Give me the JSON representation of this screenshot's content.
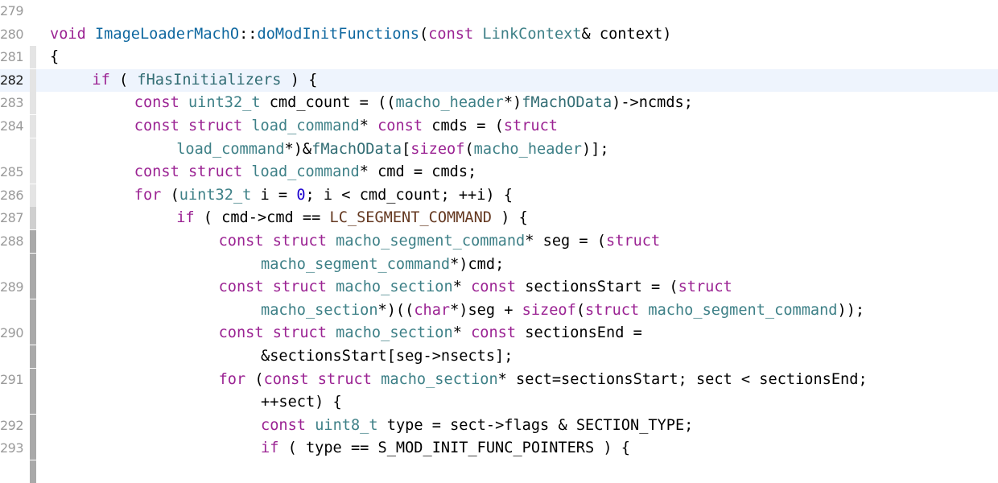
{
  "editor": {
    "current_line": "282",
    "lines": [
      {
        "num": "279",
        "indent": 0,
        "bar": "none",
        "tokens": []
      },
      {
        "num": "280",
        "indent": 0,
        "bar": "none",
        "tokens": [
          [
            "kw",
            "void"
          ],
          [
            "pl",
            " "
          ],
          [
            "ty",
            "ImageLoaderMachO"
          ],
          [
            "pl",
            "::"
          ],
          [
            "fnd",
            "doModInitFunctions"
          ],
          [
            "pl",
            "("
          ],
          [
            "kw",
            "const"
          ],
          [
            "pl",
            " "
          ],
          [
            "tyo",
            "LinkContext"
          ],
          [
            "pl",
            "& context)"
          ]
        ]
      },
      {
        "num": "281",
        "indent": 0,
        "bar": "light",
        "tokens": [
          [
            "pl",
            "{"
          ]
        ]
      },
      {
        "num": "282",
        "indent": 1,
        "bar": "light",
        "tokens": [
          [
            "kw",
            "if"
          ],
          [
            "pl",
            " ( "
          ],
          [
            "fn",
            "fHasInitializers"
          ],
          [
            "pl",
            " ) {"
          ]
        ]
      },
      {
        "num": "283",
        "indent": 2,
        "bar": "light",
        "tokens": [
          [
            "kw",
            "const"
          ],
          [
            "pl",
            " "
          ],
          [
            "tyo",
            "uint32_t"
          ],
          [
            "pl",
            " cmd_count = (("
          ],
          [
            "tyo",
            "macho_header"
          ],
          [
            "pl",
            "*)"
          ],
          [
            "fn",
            "fMachOData"
          ],
          [
            "pl",
            ")->ncmds;"
          ]
        ]
      },
      {
        "num": "284",
        "indent": 2,
        "bar": "light",
        "tokens": [
          [
            "kw",
            "const"
          ],
          [
            "pl",
            " "
          ],
          [
            "kw",
            "struct"
          ],
          [
            "pl",
            " "
          ],
          [
            "tyo",
            "load_command"
          ],
          [
            "pl",
            "* "
          ],
          [
            "kw",
            "const"
          ],
          [
            "pl",
            " cmds = ("
          ],
          [
            "kw",
            "struct"
          ]
        ]
      },
      {
        "num": "",
        "indent": 3,
        "bar": "light",
        "tokens": [
          [
            "tyo",
            "load_command"
          ],
          [
            "pl",
            "*)&"
          ],
          [
            "fn",
            "fMachOData"
          ],
          [
            "pl",
            "["
          ],
          [
            "kw",
            "sizeof"
          ],
          [
            "pl",
            "("
          ],
          [
            "tyo",
            "macho_header"
          ],
          [
            "pl",
            ")];"
          ]
        ]
      },
      {
        "num": "285",
        "indent": 2,
        "bar": "light",
        "tokens": [
          [
            "kw",
            "const"
          ],
          [
            "pl",
            " "
          ],
          [
            "kw",
            "struct"
          ],
          [
            "pl",
            " "
          ],
          [
            "tyo",
            "load_command"
          ],
          [
            "pl",
            "* cmd = cmds;"
          ]
        ]
      },
      {
        "num": "286",
        "indent": 2,
        "bar": "light",
        "tokens": [
          [
            "kw",
            "for"
          ],
          [
            "pl",
            " ("
          ],
          [
            "tyo",
            "uint32_t"
          ],
          [
            "pl",
            " i = "
          ],
          [
            "num",
            "0"
          ],
          [
            "pl",
            "; i < cmd_count; ++i) {"
          ]
        ]
      },
      {
        "num": "287",
        "indent": 3,
        "bar": "mid",
        "tokens": [
          [
            "kw",
            "if"
          ],
          [
            "pl",
            " ( cmd->cmd == "
          ],
          [
            "mac",
            "LC_SEGMENT_COMMAND"
          ],
          [
            "pl",
            " ) {"
          ]
        ]
      },
      {
        "num": "288",
        "indent": 4,
        "bar": "dark",
        "tokens": [
          [
            "kw",
            "const"
          ],
          [
            "pl",
            " "
          ],
          [
            "kw",
            "struct"
          ],
          [
            "pl",
            " "
          ],
          [
            "tyo",
            "macho_segment_command"
          ],
          [
            "pl",
            "* seg = ("
          ],
          [
            "kw",
            "struct"
          ]
        ]
      },
      {
        "num": "",
        "indent": 5,
        "bar": "dark",
        "tokens": [
          [
            "tyo",
            "macho_segment_command"
          ],
          [
            "pl",
            "*)cmd;"
          ]
        ]
      },
      {
        "num": "289",
        "indent": 4,
        "bar": "dark",
        "tokens": [
          [
            "kw",
            "const"
          ],
          [
            "pl",
            " "
          ],
          [
            "kw",
            "struct"
          ],
          [
            "pl",
            " "
          ],
          [
            "tyo",
            "macho_section"
          ],
          [
            "pl",
            "* "
          ],
          [
            "kw",
            "const"
          ],
          [
            "pl",
            " sectionsStart = ("
          ],
          [
            "kw",
            "struct"
          ]
        ]
      },
      {
        "num": "",
        "indent": 5,
        "bar": "dark",
        "tokens": [
          [
            "tyo",
            "macho_section"
          ],
          [
            "pl",
            "*)(("
          ],
          [
            "kw",
            "char"
          ],
          [
            "pl",
            "*)seg + "
          ],
          [
            "kw",
            "sizeof"
          ],
          [
            "pl",
            "("
          ],
          [
            "kw",
            "struct"
          ],
          [
            "pl",
            " "
          ],
          [
            "tyo",
            "macho_segment_command"
          ],
          [
            "pl",
            "));"
          ]
        ]
      },
      {
        "num": "290",
        "indent": 4,
        "bar": "dark",
        "tokens": [
          [
            "kw",
            "const"
          ],
          [
            "pl",
            " "
          ],
          [
            "kw",
            "struct"
          ],
          [
            "pl",
            " "
          ],
          [
            "tyo",
            "macho_section"
          ],
          [
            "pl",
            "* "
          ],
          [
            "kw",
            "const"
          ],
          [
            "pl",
            " sectionsEnd ="
          ]
        ]
      },
      {
        "num": "",
        "indent": 5,
        "bar": "dark",
        "tokens": [
          [
            "pl",
            "&sectionsStart[seg->nsects];"
          ]
        ]
      },
      {
        "num": "291",
        "indent": 4,
        "bar": "dark",
        "tokens": [
          [
            "kw",
            "for"
          ],
          [
            "pl",
            " ("
          ],
          [
            "kw",
            "const"
          ],
          [
            "pl",
            " "
          ],
          [
            "kw",
            "struct"
          ],
          [
            "pl",
            " "
          ],
          [
            "tyo",
            "macho_section"
          ],
          [
            "pl",
            "* sect=sectionsStart; sect < sectionsEnd;"
          ]
        ]
      },
      {
        "num": "",
        "indent": 5,
        "bar": "dark",
        "tokens": [
          [
            "pl",
            "++sect) {"
          ]
        ]
      },
      {
        "num": "292",
        "indent": 5,
        "bar": "dark",
        "tokens": [
          [
            "kw",
            "const"
          ],
          [
            "pl",
            " "
          ],
          [
            "tyo",
            "uint8_t"
          ],
          [
            "pl",
            " type = sect->flags & SECTION_TYPE;"
          ]
        ]
      },
      {
        "num": "293",
        "indent": 5,
        "bar": "dark",
        "tokens": [
          [
            "kw",
            "if"
          ],
          [
            "pl",
            " ( type == S_MOD_INIT_FUNC_POINTERS ) {"
          ]
        ]
      },
      {
        "num": "",
        "indent": 6,
        "bar": "dark",
        "tokens": []
      }
    ]
  },
  "colors": {
    "keyword": "#9b2393",
    "type": "#3e8087",
    "declaration": "#0f68a0",
    "macro": "#643820",
    "number": "#1c00cf",
    "current_line_bg": "#eef4fd",
    "fold_bar_light": "#e4e4e4",
    "fold_bar_mid": "#cfcfcf",
    "fold_bar_dark": "#a9a9a9"
  }
}
